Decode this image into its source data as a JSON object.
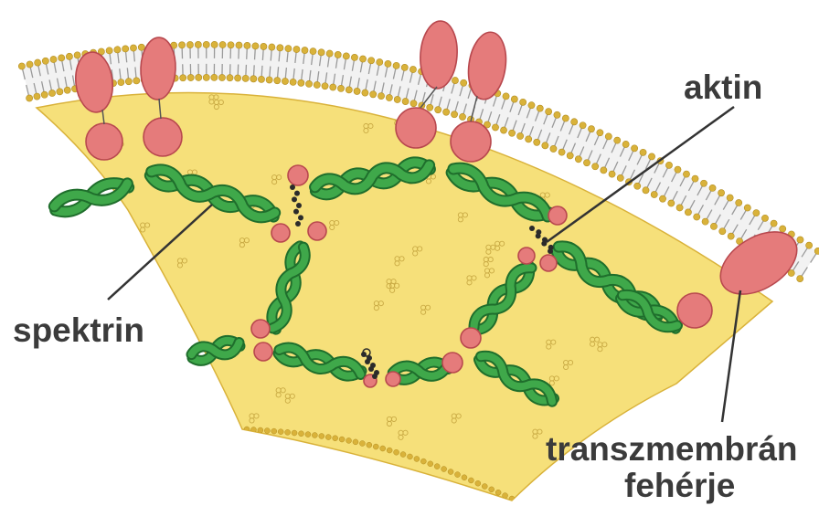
{
  "labels": {
    "aktin": "aktin",
    "spektrin": "spektrin",
    "transmembrane_line1": "transzmembrán",
    "transmembrane_line2": "fehérje"
  },
  "colors": {
    "cytoplasm": "#f6e07a",
    "membrane_head": "#d9b23a",
    "tail": "#9a9a9a",
    "protein": "#e57b7b",
    "protein_stroke": "#b8484e",
    "spectrin": "#3fa84a",
    "spectrin_dark": "#1f6e2c",
    "actin": "#2b2b2b",
    "label_text": "#3b3b3b"
  }
}
